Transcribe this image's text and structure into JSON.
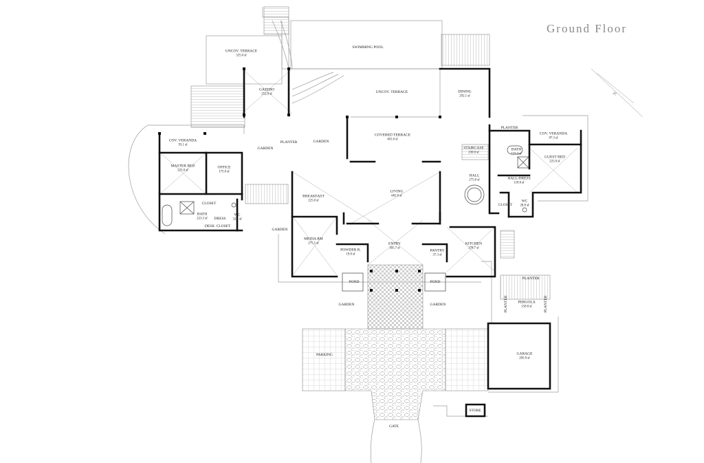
{
  "title": "Ground Floor",
  "north_label": "N",
  "rooms": {
    "uncov_terrace_1": {
      "name": "Uncov. Terrace",
      "area": "325.0 sf"
    },
    "swimming_pool": {
      "name": "Swimming Pool",
      "area": ""
    },
    "gazebo": {
      "name": "Gazebo",
      "area": "252.0 sf"
    },
    "uncov_terrace_2": {
      "name": "Uncov. Terrace",
      "area": ""
    },
    "dining": {
      "name": "Dining",
      "area": "292.1 sf"
    },
    "cov_veranda_1": {
      "name": "Cov. Veranda",
      "area": "93.1 sf"
    },
    "master_bed": {
      "name": "Master Bed",
      "area": "225.0 sf"
    },
    "office": {
      "name": "Office",
      "area": "175.0 sf"
    },
    "garden_1": {
      "name": "Garden",
      "area": ""
    },
    "planter_1": {
      "name": "Planter",
      "area": ""
    },
    "garden_2": {
      "name": "Garden",
      "area": ""
    },
    "covered_terrace": {
      "name": "Covered Terrace",
      "area": "401.0 sf"
    },
    "staircase": {
      "name": "Staircase",
      "area": "230.0 sf"
    },
    "bath_2": {
      "name": "Bath",
      "area": "123.4 sf"
    },
    "planter_2": {
      "name": "Planter",
      "area": ""
    },
    "cov_veranda_2": {
      "name": "Cov. Veranda",
      "area": "87.3 sf"
    },
    "guest_bed": {
      "name": "Guest Bed",
      "area": "225.0 sf"
    },
    "hall": {
      "name": "Hall",
      "area": "275.0 sf"
    },
    "hall_dress": {
      "name": "Hall/Dress",
      "area": "118.0 sf"
    },
    "living": {
      "name": "Living",
      "area": "662.0 sf"
    },
    "breakfast": {
      "name": "Breakfast",
      "area": "225.0 sf"
    },
    "closet_1": {
      "name": "Closet",
      "area": ""
    },
    "bath_1": {
      "name": "Bath",
      "area": "223.3 sf"
    },
    "dress": {
      "name": "Dress",
      "area": ""
    },
    "wc_1": {
      "name": "WC",
      "area": "32.1 sf"
    },
    "desk": {
      "name": "Desk",
      "area": ""
    },
    "closet_2": {
      "name": "Closet",
      "area": ""
    },
    "closet_3": {
      "name": "Closet",
      "area": ""
    },
    "wc_2": {
      "name": "WC",
      "area": "28.8 sf"
    },
    "garden_3": {
      "name": "Garden",
      "area": ""
    },
    "media_rm": {
      "name": "Media Rm",
      "area": "275.5 sf"
    },
    "powder_r": {
      "name": "Powder R.",
      "area": "19.8 sf"
    },
    "entry": {
      "name": "Entry",
      "area": "305.7 sf"
    },
    "pantry": {
      "name": "Pantry",
      "area": "37.3 sf"
    },
    "kitchen": {
      "name": "Kitchen",
      "area": "278.7 sf"
    },
    "pond_1": {
      "name": "Pond",
      "area": ""
    },
    "pond_2": {
      "name": "Pond",
      "area": ""
    },
    "garden_4": {
      "name": "Garden",
      "area": ""
    },
    "garden_5": {
      "name": "Garden",
      "area": ""
    },
    "planter_3": {
      "name": "Planter",
      "area": ""
    },
    "planter_4": {
      "name": "Planter",
      "area": ""
    },
    "pergola": {
      "name": "Pergola",
      "area": "158.8 sf"
    },
    "planter_5": {
      "name": "Planter",
      "area": ""
    },
    "parking": {
      "name": "Parking",
      "area": ""
    },
    "garage": {
      "name": "Garage",
      "area": "205.0 sf"
    },
    "store": {
      "name": "Store",
      "area": ""
    },
    "gate": {
      "name": "Gate",
      "area": ""
    }
  },
  "colors": {
    "wall": "#111111",
    "line": "#9a9a9a",
    "title": "#8a8a8a"
  }
}
